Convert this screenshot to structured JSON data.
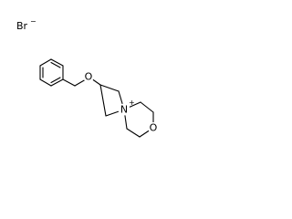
{
  "molecule": {
    "counter_ion": {
      "symbol": "Br",
      "charge": "−"
    },
    "atoms": {
      "ether_oxygen": "O",
      "ring_oxygen": "O",
      "nitrogen": "N",
      "nitrogen_charge": "+"
    }
  }
}
